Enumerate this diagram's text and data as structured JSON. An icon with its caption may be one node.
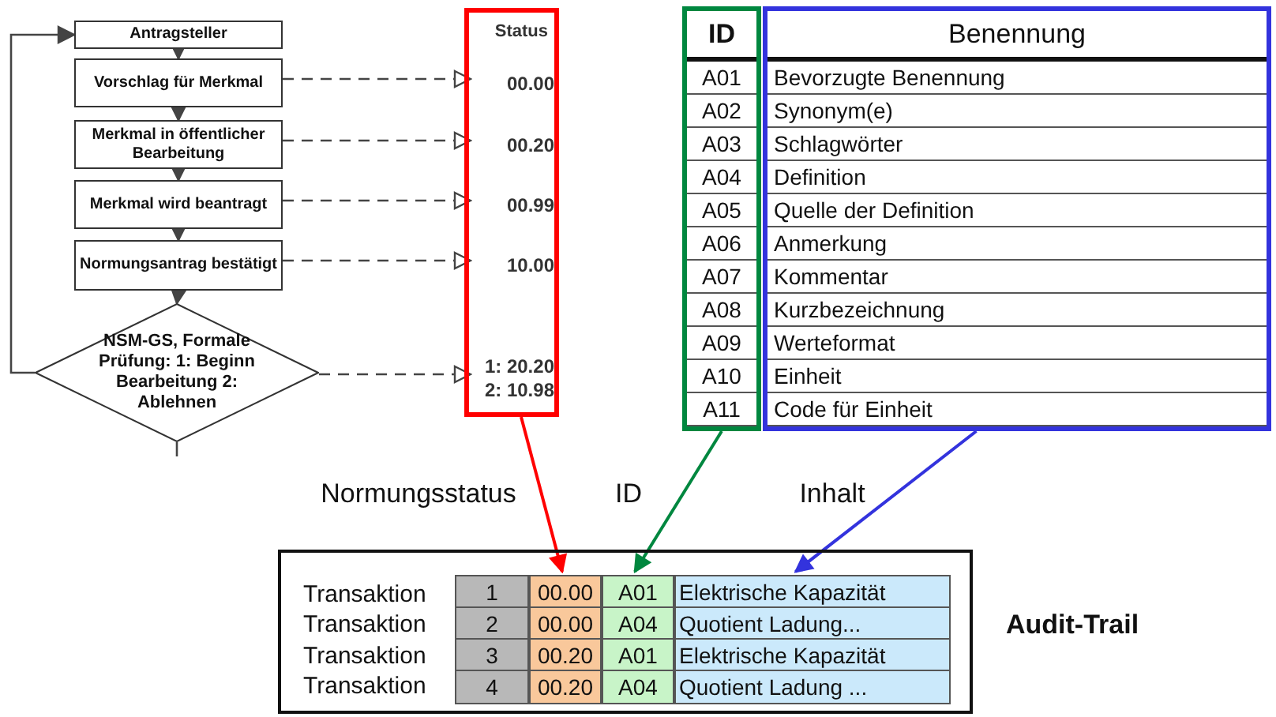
{
  "diagram": {
    "nodes": [
      {
        "text": [
          "Antragsteller"
        ]
      },
      {
        "text": [
          "Vorschlag für Merkmal"
        ]
      },
      {
        "text": [
          "Merkmal in öffentlicher Bearbeitung"
        ]
      },
      {
        "text": [
          "Merkmal wird beantragt"
        ]
      },
      {
        "text": [
          "Normungsantrag bestätigt"
        ]
      },
      {
        "text": [
          "NSM-GS, Formale Prüfung: 1: Beginn Bearbeitung 2: Ablehnen"
        ]
      },
      {
        "text": [
          "Status"
        ]
      },
      {
        "text": [
          "00.00"
        ],
        "in": 6
      },
      {
        "text": [
          "00.20"
        ],
        "in": 6
      },
      {
        "text": [
          "00.99"
        ],
        "in": 6
      },
      {
        "text": [
          "10.00"
        ],
        "in": 6
      },
      {
        "text": [
          "1: 20.20 2: 10.98"
        ],
        "in": 6
      },
      {
        "text": [
          "ID",
          "A01",
          "A02",
          "A03",
          "A04",
          "A05",
          "A06",
          "A07",
          "A08",
          "A09",
          "A10",
          "A11"
        ]
      },
      {
        "text": [
          "Benennung",
          "Bevorzugte Benennung",
          "Synonym(e)",
          "Schlagwörter",
          "Definition",
          "Quelle der Definition",
          "Anmerkung",
          "Kommentar",
          "Kurzbezeichnung",
          "Werteformat",
          "Einheit",
          "Code für Einheit"
        ]
      },
      {
        "text": [],
        "shape": "box",
        "beside": [
          "Audit-Trail"
        ]
      },
      {
        "text": [
          "1",
          "2",
          "3",
          "4"
        ],
        "in": 14
      },
      {
        "text": [
          "00.00",
          "00.00",
          "00.20",
          "00.20"
        ],
        "in": 14
      },
      {
        "text": [
          "A01",
          "A04",
          "A01",
          "A04"
        ],
        "in": 14
      },
      {
        "text": [
          "Elektrische Kapazität",
          "Quotient Ladung...",
          "Elektrische Kapazität",
          "Quotient Ladung ..."
        ],
        "in": 14
      }
    ],
    "edges": [
      {
        "from": 0,
        "to": 1,
        "arrow": "to"
      },
      {
        "from": 1,
        "to": 2,
        "arrow": "to"
      },
      {
        "from": 2,
        "to": 3,
        "arrow": "to"
      },
      {
        "from": 3,
        "to": 4,
        "arrow": "to"
      },
      {
        "from": 4,
        "to": 5,
        "arrow": "to"
      },
      {
        "from": 5,
        "to": 0,
        "arrow": "to"
      },
      {
        "from": 5,
        "to": null,
        "arrow": "none"
      },
      {
        "from": 1,
        "to": 7,
        "arrow": "to",
        "style": "dashed"
      },
      {
        "from": 2,
        "to": 8,
        "arrow": "to",
        "style": "dashed"
      },
      {
        "from": 3,
        "to": 9,
        "arrow": "to",
        "style": "dashed"
      },
      {
        "from": 4,
        "to": 10,
        "arrow": "to",
        "style": "dashed"
      },
      {
        "from": 5,
        "to": 11,
        "arrow": "to",
        "style": "dashed"
      },
      {
        "from": 6,
        "to": 16,
        "arrow": "to",
        "label": "Normungsstatus",
        "color": "#ff0000"
      },
      {
        "from": 12,
        "to": 17,
        "arrow": "to",
        "label": "ID",
        "color": "#00873f"
      },
      {
        "from": 13,
        "to": 18,
        "arrow": "to",
        "label": "Inhalt",
        "color": "#3333dd"
      }
    ],
    "labels": [
      "Transaktion",
      "Transaktion",
      "Transaktion",
      "Transaktion"
    ]
  }
}
